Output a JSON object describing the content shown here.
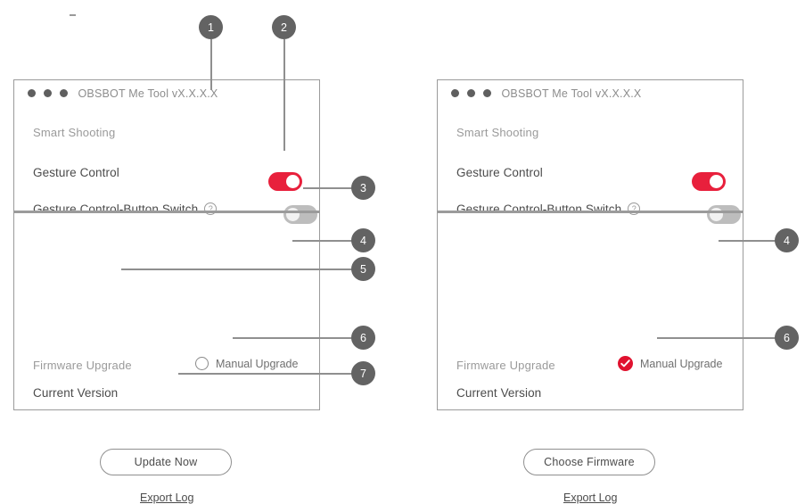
{
  "window": {
    "title": "OBSBOT Me Tool vX.X.X.X",
    "traffic_lights": [
      "close-dot",
      "minimize-dot",
      "maximize-dot"
    ]
  },
  "sections": {
    "smart_shooting": {
      "title": "Smart Shooting",
      "rows": [
        {
          "label": "Gesture Control",
          "toggle": "on",
          "help": false
        },
        {
          "label": "Gesture Control-Button Switch",
          "toggle": "off",
          "help": true,
          "help_glyph": "?"
        }
      ]
    },
    "firmware_upgrade": {
      "title": "Firmware Upgrade",
      "manual_label": "Manual Upgrade",
      "current_version_label": "Current Version",
      "export_log_label": "Export Log"
    }
  },
  "panels": {
    "left": {
      "manual_state": "unchecked",
      "action_button": "Update Now",
      "show_export_log": true
    },
    "right": {
      "manual_state": "checked",
      "action_button": "Choose Firmware",
      "show_export_log": true
    }
  },
  "callouts": [
    {
      "number": "1",
      "target": "window-title"
    },
    {
      "number": "2",
      "target": "gesture-control-toggle"
    },
    {
      "number": "3",
      "target": "gesture-control-button-switch-toggle"
    },
    {
      "number": "4",
      "target": "manual-upgrade-checkbox"
    },
    {
      "number": "5",
      "target": "current-version"
    },
    {
      "number": "6",
      "target": "action-button"
    },
    {
      "number": "7",
      "target": "export-log-link"
    },
    {
      "number": "4",
      "target": "manual-upgrade-checkbox-right"
    },
    {
      "number": "6",
      "target": "action-button-right"
    }
  ],
  "colors": {
    "accent_red": "#e8203c",
    "badge_gray": "#636363",
    "leader_gray": "#8f8f8f",
    "panel_border": "#9b9b9b",
    "muted_text": "#9a9a9a",
    "body_text": "#4b4b4b"
  }
}
